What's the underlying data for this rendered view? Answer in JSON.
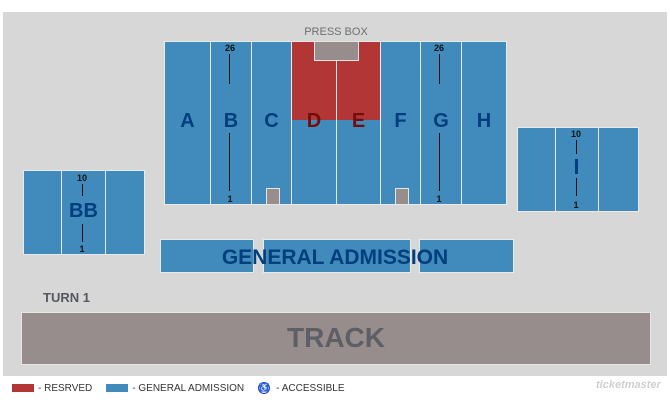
{
  "map": {
    "press_box": "PRESS BOX",
    "turn_label": "TURN 1",
    "track_label": "TRACK",
    "general_admission_label": "GENERAL ADMISSION",
    "sections": [
      {
        "id": "A",
        "type": "general_admission"
      },
      {
        "id": "B",
        "type": "general_admission",
        "row_top": "26",
        "row_bottom": "1"
      },
      {
        "id": "C",
        "type": "general_admission"
      },
      {
        "id": "D",
        "type": "reserved"
      },
      {
        "id": "E",
        "type": "reserved"
      },
      {
        "id": "F",
        "type": "general_admission"
      },
      {
        "id": "G",
        "type": "general_admission",
        "row_top": "26",
        "row_bottom": "1"
      },
      {
        "id": "H",
        "type": "general_admission"
      },
      {
        "id": "BB",
        "type": "general_admission",
        "row_top": "10",
        "row_bottom": "1"
      },
      {
        "id": "I",
        "type": "general_admission",
        "row_top": "10",
        "row_bottom": "1"
      }
    ],
    "colors": {
      "reserved": "#b33636",
      "general_admission": "#418abc",
      "accessible": "#978d8d"
    }
  },
  "legend": {
    "reserved": "- RESRVED",
    "general_admission": "- GENERAL ADMISSION",
    "accessible": "- ACCESSIBLE",
    "accessible_icon": "wheelchair-icon"
  },
  "brand": "ticketmaster"
}
